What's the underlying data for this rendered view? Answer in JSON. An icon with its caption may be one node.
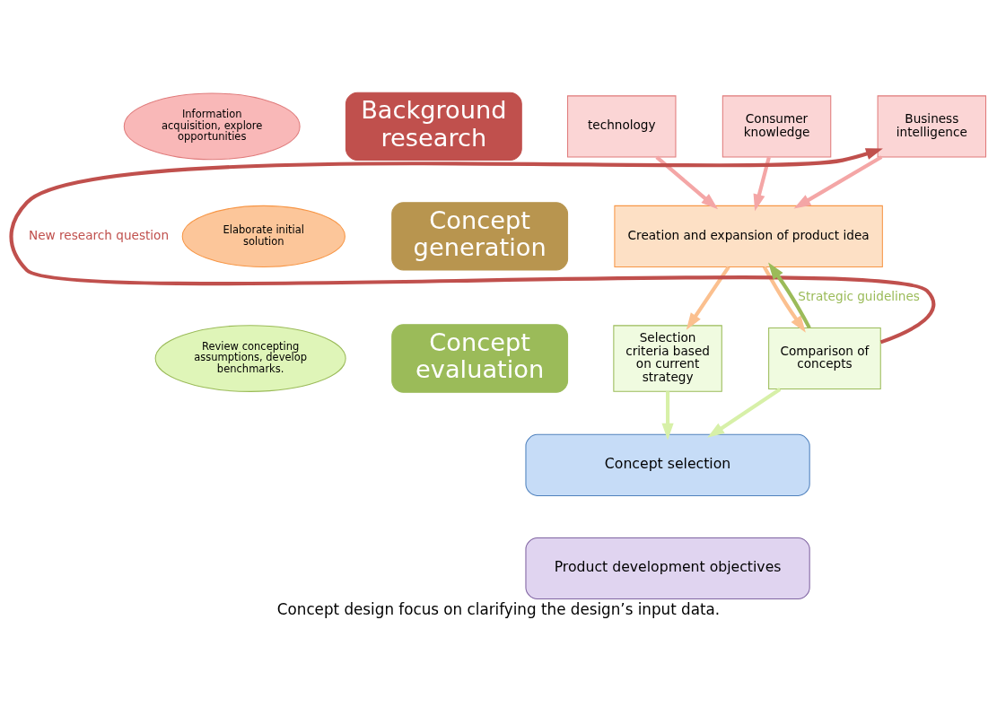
{
  "diagram": {
    "caption": "Concept design focus on clarifying the design’s input data.",
    "nodes": [
      {
        "text": [
          "Background research"
        ]
      },
      {
        "text": [
          "technology"
        ]
      },
      {
        "text": [
          "Consumer knowledge"
        ]
      },
      {
        "text": [
          "Business intelligence"
        ]
      },
      {
        "text": [
          "Concept generation"
        ]
      },
      {
        "text": [
          "Creation and expansion of product idea"
        ]
      },
      {
        "text": [
          "Concept evaluation"
        ]
      },
      {
        "text": [
          "Selection criteria based on current strategy"
        ]
      },
      {
        "text": [
          "Comparison of concepts"
        ]
      },
      {
        "text": [
          "Concept selection"
        ]
      },
      {
        "text": [
          "Product development objectives"
        ]
      },
      {
        "text": [
          "Information acquisition, explore opportunities"
        ]
      },
      {
        "text": [
          "Elaborate initial solution"
        ]
      },
      {
        "text": [
          "Review concepting assumptions, develop benchmarks."
        ]
      }
    ],
    "edges": [
      {
        "from": 1,
        "to": 5,
        "arrow": "to",
        "color": "#f4a6a6"
      },
      {
        "from": 2,
        "to": 5,
        "arrow": "to",
        "color": "#f4a6a6"
      },
      {
        "from": 3,
        "to": 5,
        "arrow": "to",
        "color": "#f4a6a6"
      },
      {
        "from": 5,
        "to": 7,
        "arrow": "to",
        "color": "#fbc08f"
      },
      {
        "from": 5,
        "to": 8,
        "arrow": "to",
        "color": "#fbc08f"
      },
      {
        "from": 7,
        "to": 9,
        "arrow": "to",
        "color": "#d7f0a8"
      },
      {
        "from": 8,
        "to": 9,
        "arrow": "to",
        "color": "#d7f0a8"
      },
      {
        "from": 8,
        "to": 3,
        "arrow": "to",
        "label": "New research question",
        "color": "#c0504d"
      },
      {
        "from": 8,
        "to": 5,
        "arrow": "to",
        "label": "Strategic guidelines",
        "color": "#9bbb59"
      }
    ]
  }
}
